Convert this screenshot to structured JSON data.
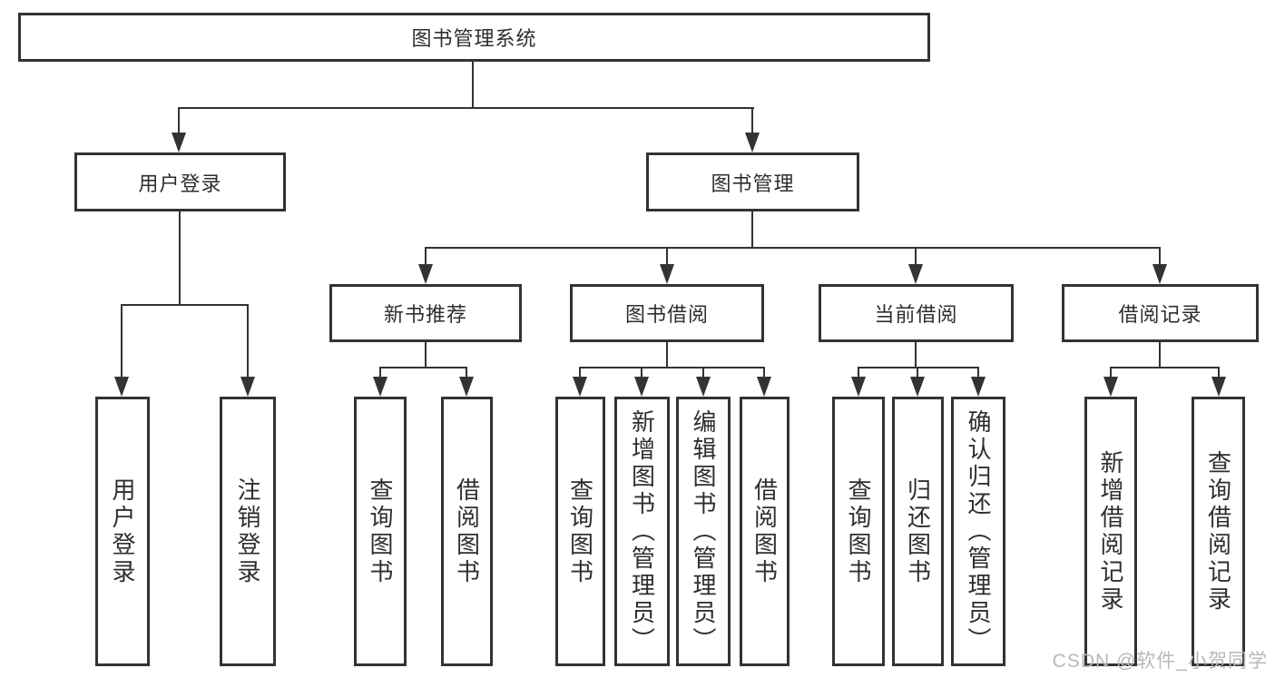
{
  "colors": {
    "line": "#333333",
    "text": "#2e2e2e",
    "watermark": "#b8b8b8",
    "background": "#ffffff"
  },
  "tree": {
    "root": {
      "label": "图书管理系统"
    },
    "branches": [
      {
        "label": "用户登录",
        "children": [
          {
            "label": "用户登录"
          },
          {
            "label": "注销登录"
          }
        ]
      },
      {
        "label": "图书管理",
        "groups": [
          {
            "label": "新书推荐",
            "children": [
              {
                "label": "查询图书"
              },
              {
                "label": "借阅图书"
              }
            ]
          },
          {
            "label": "图书借阅",
            "children": [
              {
                "label": "查询图书"
              },
              {
                "label": "新增图书（管理员）"
              },
              {
                "label": "编辑图书（管理员）"
              },
              {
                "label": "借阅图书"
              }
            ]
          },
          {
            "label": "当前借阅",
            "children": [
              {
                "label": "查询图书"
              },
              {
                "label": "归还图书"
              },
              {
                "label": "确认归还（管理员）"
              }
            ]
          },
          {
            "label": "借阅记录",
            "children": [
              {
                "label": "新增借阅记录"
              },
              {
                "label": "查询借阅记录"
              }
            ]
          }
        ]
      }
    ]
  },
  "watermark": {
    "text": "CSDN @软件_小贺同学"
  }
}
